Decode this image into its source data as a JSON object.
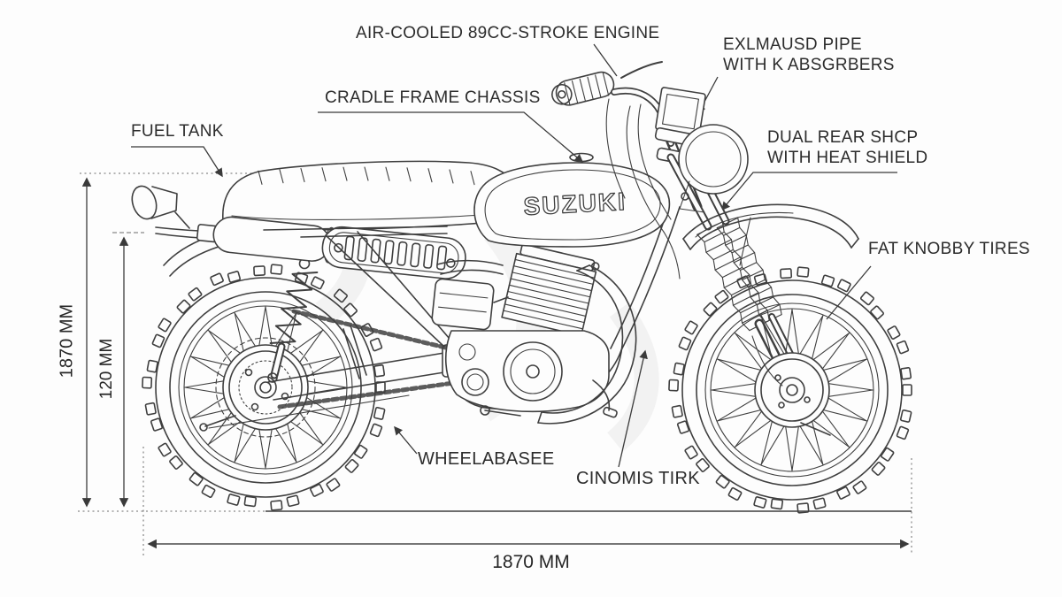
{
  "diagram": {
    "tank_logo": "SUZUKI",
    "labels": {
      "engine": "AIR-COOLED 89CC-STROKE ENGINE",
      "cradle": "CRADLE FRAME CHASSIS",
      "fuel_tank": "FUEL TANK",
      "exhaust_line1": "EXLMAUSD PIPE",
      "exhaust_line2": "WITH K ABSGRBERS",
      "shock_line1": "DUAL REAR SHCP",
      "shock_line2": "WITH HEAT SHIELD",
      "tires": "FAT KNOBBY TIRES",
      "wheelbase": "WHEELABASEE",
      "chain": "CINOMIS TIRK"
    },
    "dimensions": {
      "overall_height": "1870 MM",
      "inner_height": "120 MM",
      "wheelbase_length": "1870 MM"
    },
    "colors": {
      "line": "#3f3f3f",
      "dimension_line": "#4a4a4a",
      "background": "#fdfdfd",
      "text": "#2c2c2c"
    }
  }
}
